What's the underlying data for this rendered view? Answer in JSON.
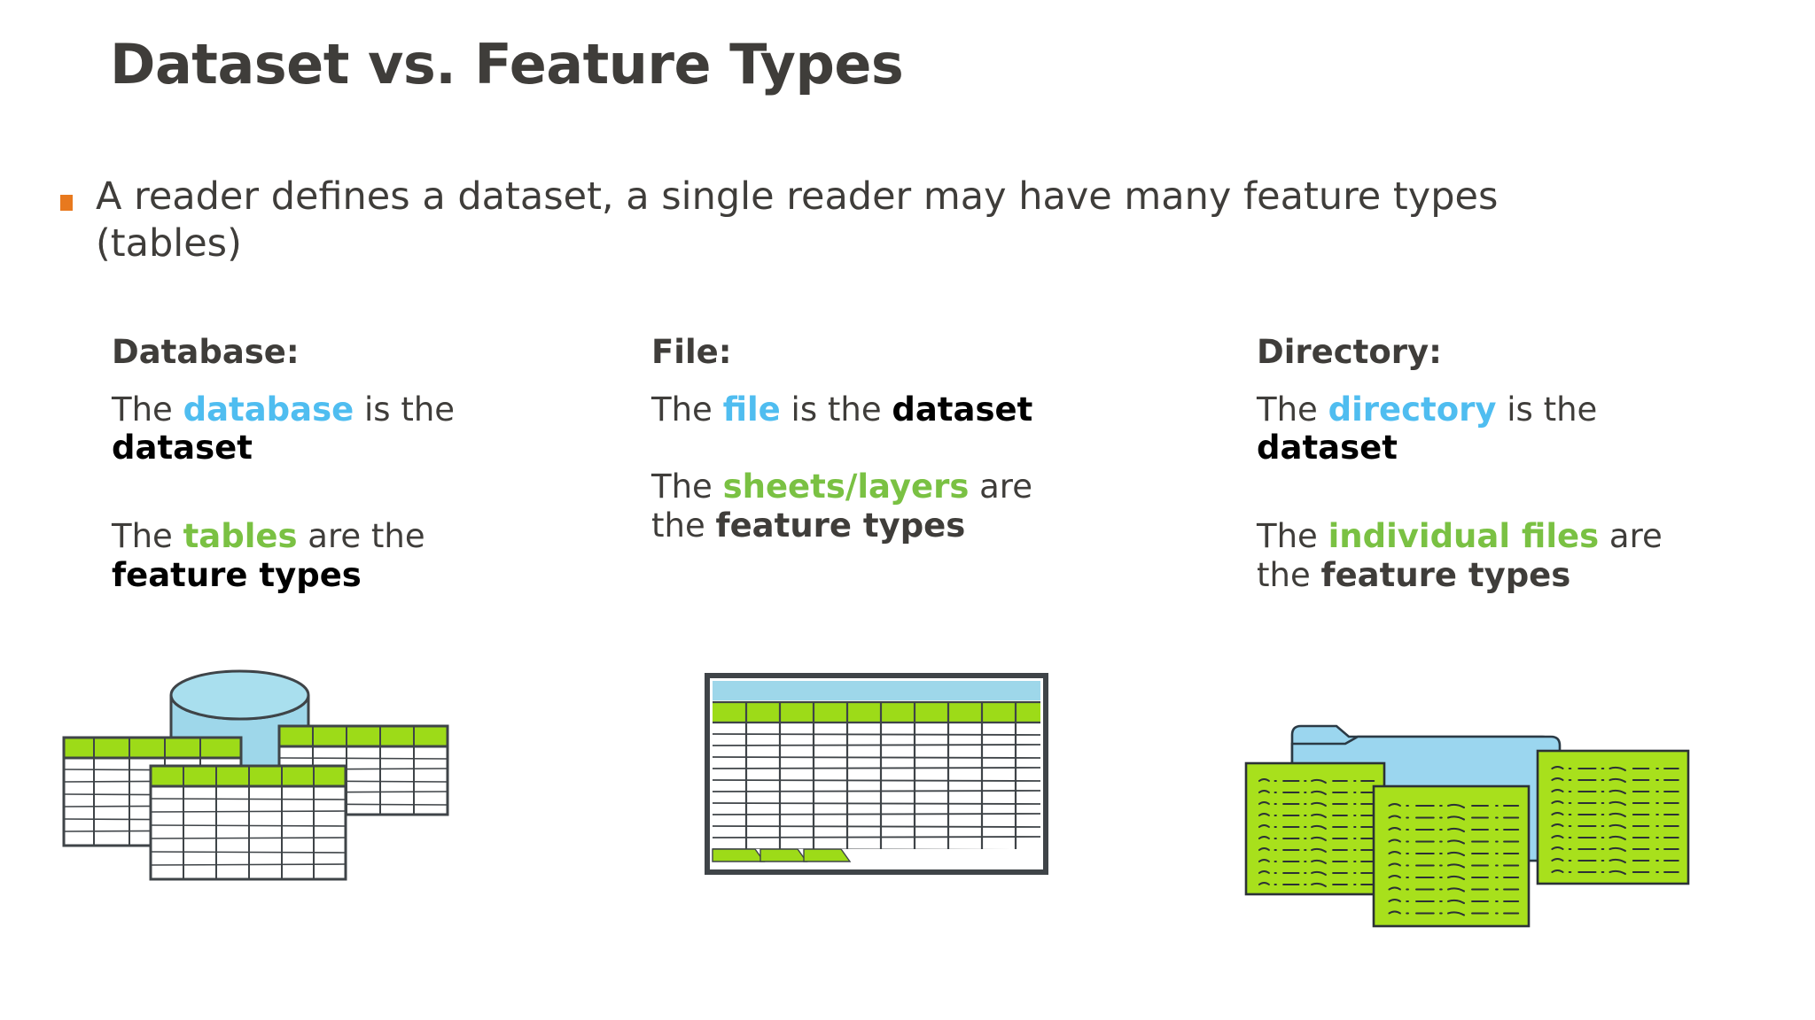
{
  "slide": {
    "title": "Dataset vs. Feature Types",
    "bullet": {
      "marker": "square-bullet",
      "text": "A reader defines a dataset, a single reader may have many feature types (tables)"
    }
  },
  "colors": {
    "title_gray": "#3f3d3a",
    "bullet_orange": "#e8791e",
    "accent_blue": "#4fbdf0",
    "accent_green": "#7ac143",
    "graphic_blue": "#9ed7ea",
    "graphic_green": "#a8e01c",
    "graphic_header_green": "#9ddb18",
    "graphic_outline": "#3f4448",
    "folder_blue": "#9bd6ef"
  },
  "columns": [
    {
      "id": "database",
      "heading": "Database:",
      "paragraphs": [
        {
          "parts": [
            {
              "text": "The ",
              "style": "plain"
            },
            {
              "text": "database",
              "style": "blue"
            },
            {
              "text": " is the ",
              "style": "plain"
            },
            {
              "text": "dataset",
              "style": "black"
            }
          ]
        },
        {
          "parts": [
            {
              "text": "The ",
              "style": "plain"
            },
            {
              "text": "tables",
              "style": "green"
            },
            {
              "text": " are the ",
              "style": "plain"
            },
            {
              "text": "feature types",
              "style": "black"
            }
          ]
        }
      ],
      "graphic": "database-cylinder-with-tables"
    },
    {
      "id": "file",
      "heading": "File:",
      "paragraphs": [
        {
          "parts": [
            {
              "text": "The ",
              "style": "plain"
            },
            {
              "text": "file",
              "style": "blue"
            },
            {
              "text": " is the ",
              "style": "plain"
            },
            {
              "text": "dataset",
              "style": "black"
            }
          ]
        },
        {
          "parts": [
            {
              "text": "The ",
              "style": "plain"
            },
            {
              "text": "sheets/layers",
              "style": "green"
            },
            {
              "text": " are the ",
              "style": "plain"
            },
            {
              "text": "feature types",
              "style": "dark"
            }
          ]
        }
      ],
      "graphic": "spreadsheet-with-sheet-tabs"
    },
    {
      "id": "directory",
      "heading": "Directory:",
      "paragraphs": [
        {
          "parts": [
            {
              "text": "The ",
              "style": "plain"
            },
            {
              "text": "directory",
              "style": "blue"
            },
            {
              "text": " is the ",
              "style": "plain"
            },
            {
              "text": "dataset",
              "style": "black"
            }
          ]
        },
        {
          "parts": [
            {
              "text": "The ",
              "style": "plain"
            },
            {
              "text": "individual files",
              "style": "green"
            },
            {
              "text": " are the ",
              "style": "plain"
            },
            {
              "text": "feature types",
              "style": "dark"
            }
          ]
        }
      ],
      "graphic": "folder-with-documents"
    }
  ]
}
